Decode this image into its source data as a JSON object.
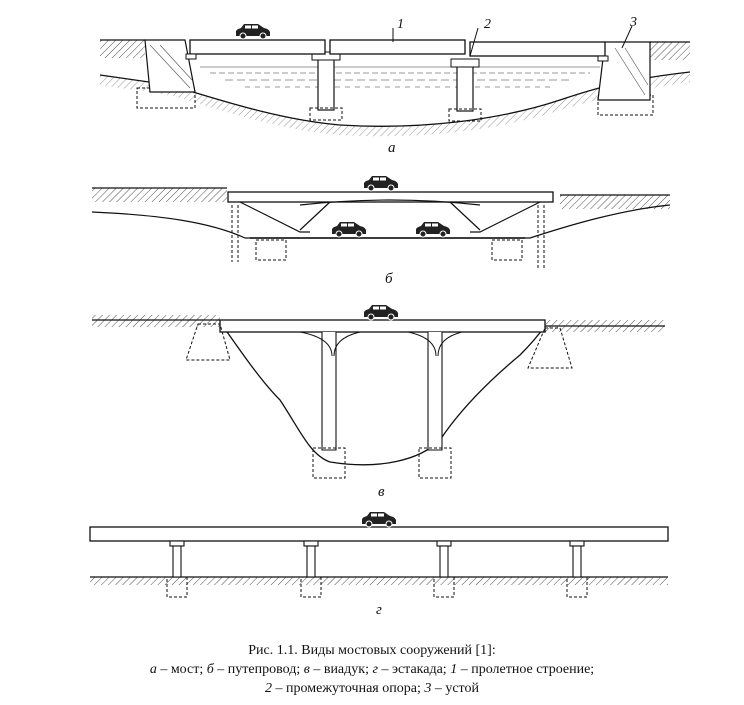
{
  "figure": {
    "panels": [
      {
        "id": "a",
        "label": "а"
      },
      {
        "id": "b",
        "label": "б"
      },
      {
        "id": "v",
        "label": "в"
      },
      {
        "id": "g",
        "label": "г"
      }
    ],
    "callouts": [
      "1",
      "2",
      "3"
    ]
  },
  "caption": {
    "line1": "Рис. 1.1. Виды мостовых сооружений [1]:",
    "line2": [
      {
        "key": "а",
        "text": " – мост; "
      },
      {
        "key": "б",
        "text": " – путепровод; "
      },
      {
        "key": "в",
        "text": " – виадук; "
      },
      {
        "key": "г",
        "text": " – эстакада; "
      },
      {
        "key": "1",
        "text": " – пролетное строение;"
      }
    ],
    "line3": [
      {
        "key": "2",
        "text": " – промежуточная опора; "
      },
      {
        "key": "3",
        "text": " – устой"
      }
    ]
  }
}
